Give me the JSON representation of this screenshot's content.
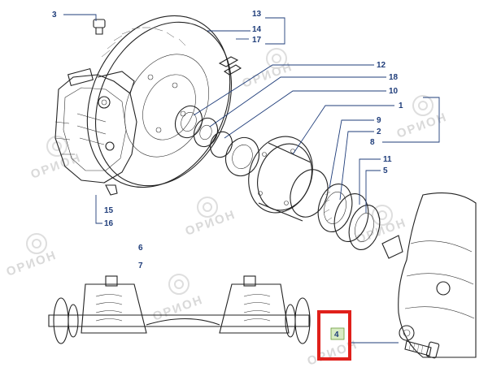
{
  "watermark": {
    "text": "ОРИОН"
  },
  "callouts": {
    "c1": "1",
    "c2": "2",
    "c3": "3",
    "c4": "4",
    "c5": "5",
    "c6": "6",
    "c7": "7",
    "c8": "8",
    "c9": "9",
    "c10": "10",
    "c11": "11",
    "c12": "12",
    "c13": "13",
    "c14": "14",
    "c15": "15",
    "c16": "16",
    "c17": "17",
    "c18": "18"
  },
  "highlight": {
    "part": "4",
    "color": "#e0201b"
  },
  "colors": {
    "callout_text": "#1f3d7a",
    "line": "#222222",
    "highlight_fill": "#d8ecc4"
  }
}
